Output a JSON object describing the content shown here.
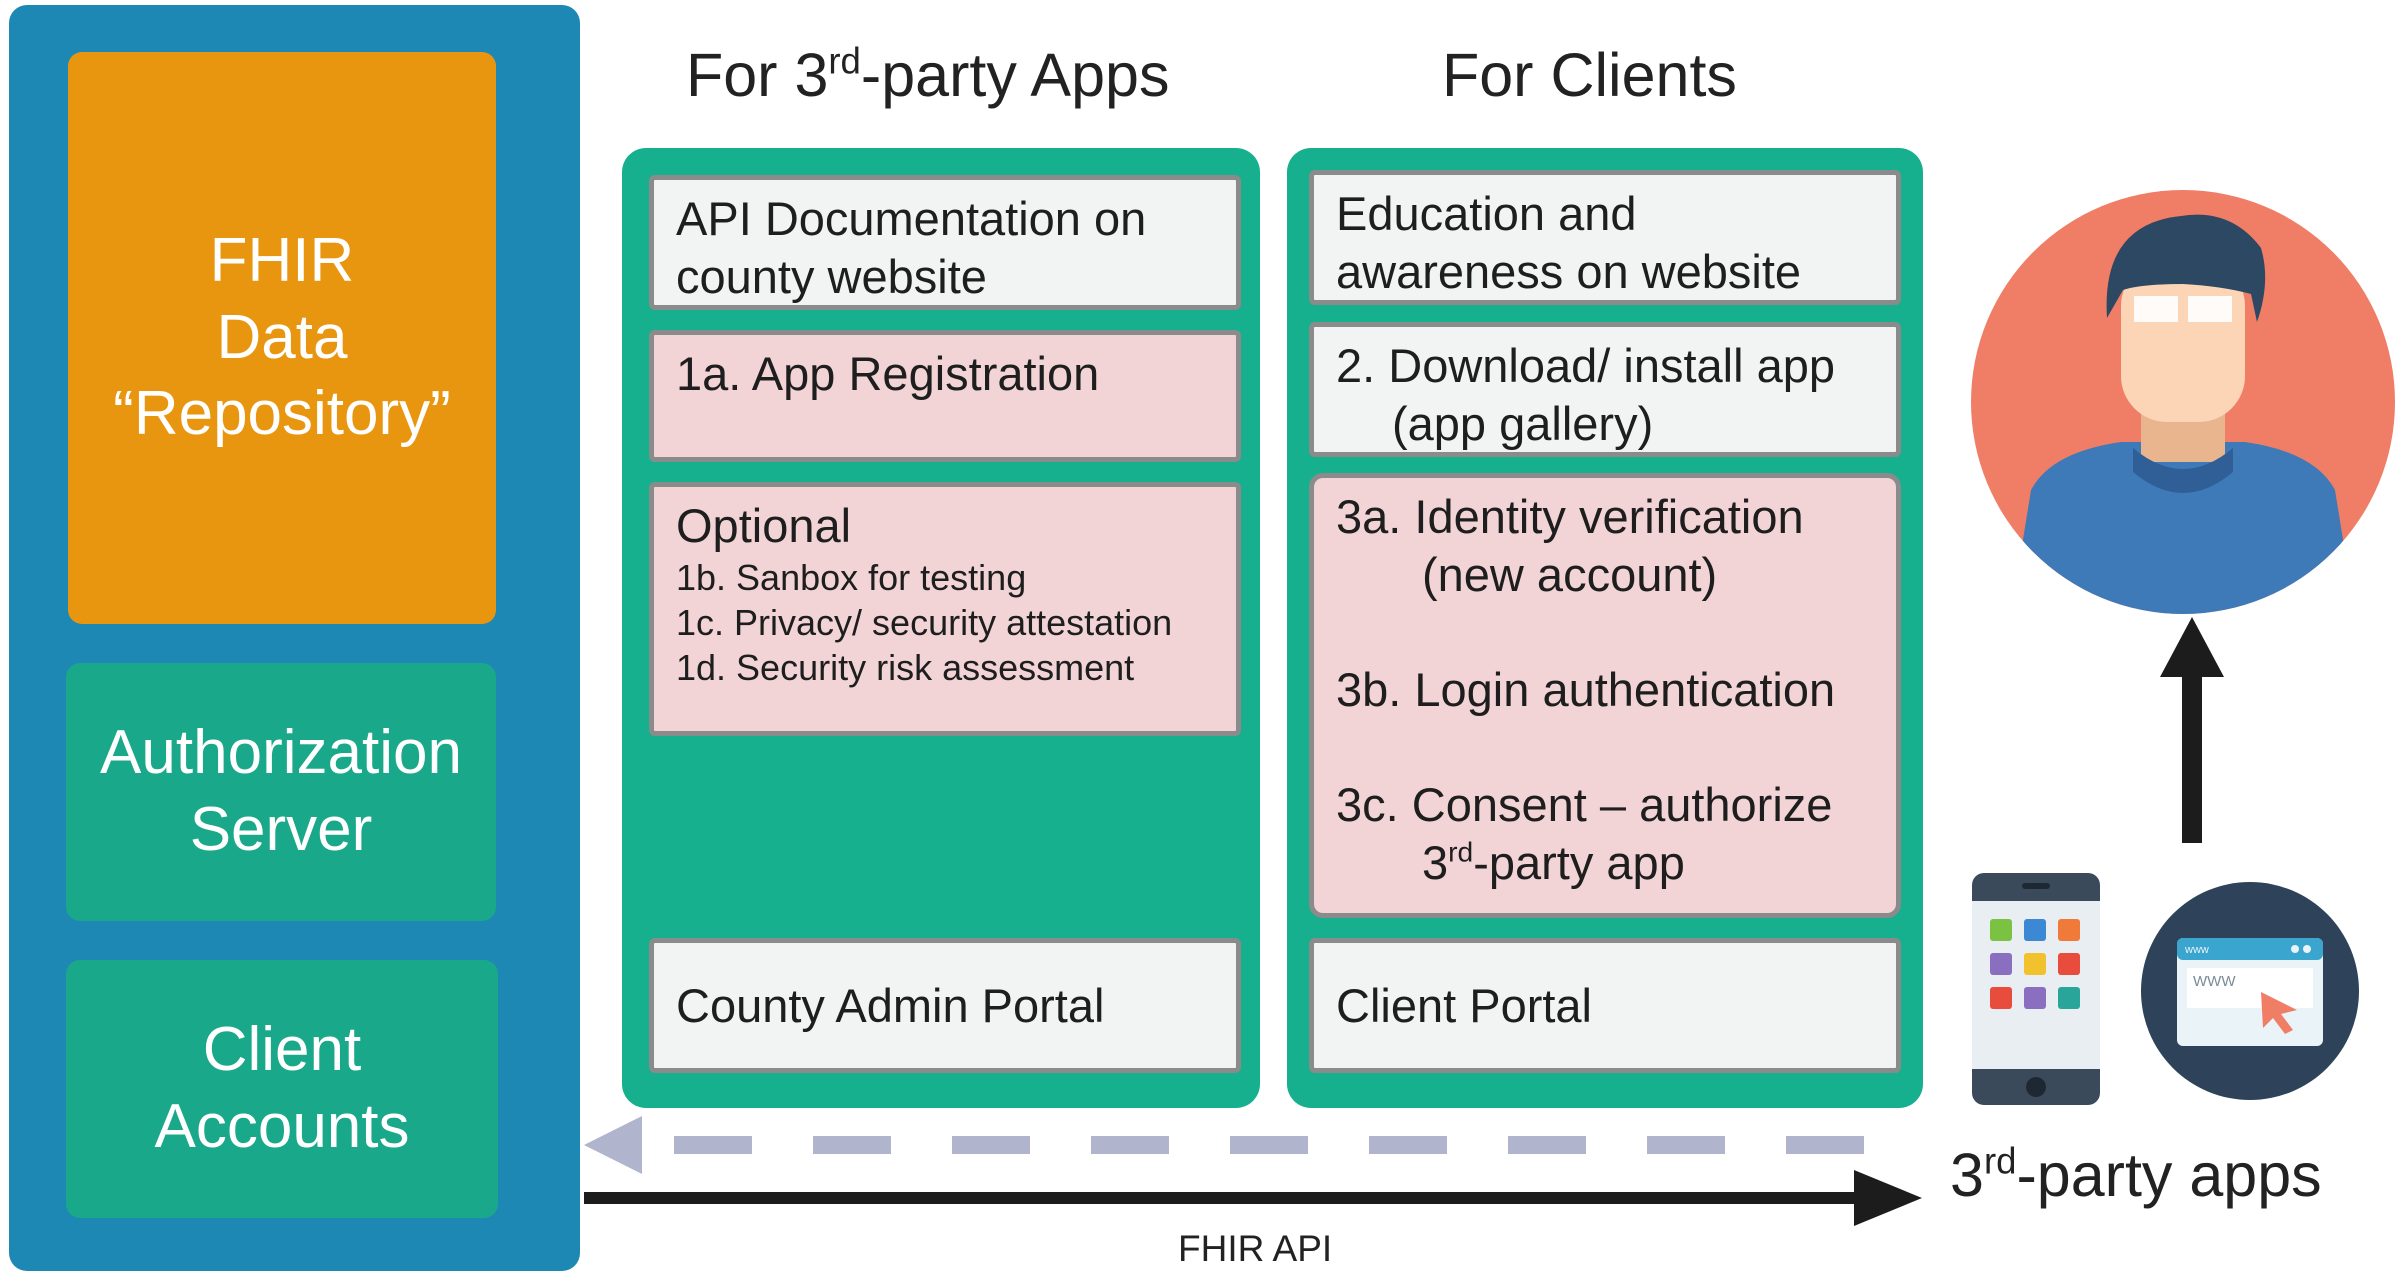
{
  "system": {
    "fhir_lines": [
      "FHIR",
      "Data",
      "“Repository”"
    ],
    "auth_lines": [
      "Authorization",
      "Server"
    ],
    "accounts_lines": [
      "Client",
      "Accounts"
    ]
  },
  "apps_column": {
    "heading_pre": "For 3",
    "heading_sup": "rd",
    "heading_post": "-party Apps",
    "api_doc_lines": [
      "API Documentation on",
      "county website"
    ],
    "registration": "1a. App Registration",
    "optional_title": "Optional",
    "optional_items": [
      "1b. Sanbox for testing",
      "1c. Privacy/ security attestation",
      "1d. Security risk assessment"
    ],
    "portal": "County Admin Portal"
  },
  "clients_column": {
    "heading": "For Clients",
    "education_lines": [
      "Education and",
      "awareness on website"
    ],
    "download_lines": [
      "2. Download/ install app",
      "(app gallery)"
    ],
    "identity_lines": [
      "3a. Identity verification",
      "(new account)"
    ],
    "login": "3b. Login authentication",
    "consent_line": "3c. Consent – authorize",
    "consent_sub_sup": "rd",
    "consent_sub_pre": "3",
    "consent_sub_post": "-party app",
    "portal": "Client Portal"
  },
  "apps_label": {
    "pre": "3",
    "sup": "rd",
    "post": "-party apps"
  },
  "api_label": "FHIR API",
  "icons": [
    "person-avatar-icon",
    "smartphone-icon",
    "browser-window-icon",
    "arrow-up-icon",
    "dashed-arrow-left-icon",
    "arrow-right-icon"
  ],
  "colors": {
    "system_blue": "#1e88b5",
    "repository_orange": "#e8960f",
    "teal": "#17b08f",
    "pink_card": "#f2d4d7",
    "avatar_bg": "#f07e67"
  }
}
